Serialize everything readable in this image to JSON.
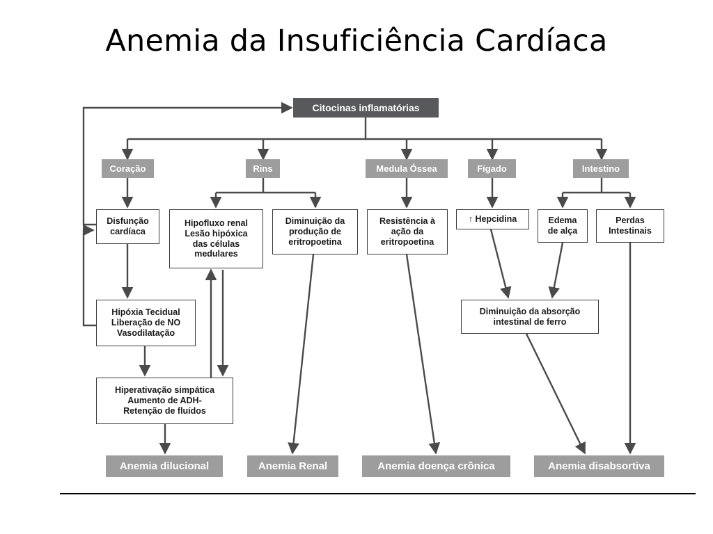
{
  "title": "Anemia da Insuficiência Cardíaca",
  "top": "Citocinas inflamatórias",
  "organs": {
    "heart": "Coração",
    "kidneys": "Rins",
    "marrow": "Medula Óssea",
    "liver": "Fígado",
    "intestine": "Intestino"
  },
  "boxes": {
    "cardiac_dysfunction": "Disfunção\ncardíaca",
    "renal_hypoflow": "Hipofluxo renal\nLesão hipóxica\ndas células\nmedulares",
    "epo_decrease": "Diminuição da\nprodução de\neritropoetina",
    "epo_resistance": "Resistência à\nação da\neritropoetina",
    "hepcidin": "↑ Hepcidina",
    "bowel_edema": "Edema\nde alça",
    "intestinal_losses": "Perdas\nIntestinais",
    "tissue_hypoxia": "Hipóxia Tecidual\nLiberação de NO\nVasodilatação",
    "iron_absorption": "Diminuição da absorção\nintestinal de ferro",
    "sympathetic": "Hiperativação simpática\nAumento de ADH-\nRetenção de fluídos"
  },
  "results": {
    "dilutional": "Anemia dilucional",
    "renal": "Anemia Renal",
    "chronic": "Anemia doença crônica",
    "malabsorptive": "Anemia disabsortiva"
  },
  "colors": {
    "dark_header": "#58595b",
    "gray_label": "#9d9d9d",
    "line": "#4a4a4a"
  }
}
